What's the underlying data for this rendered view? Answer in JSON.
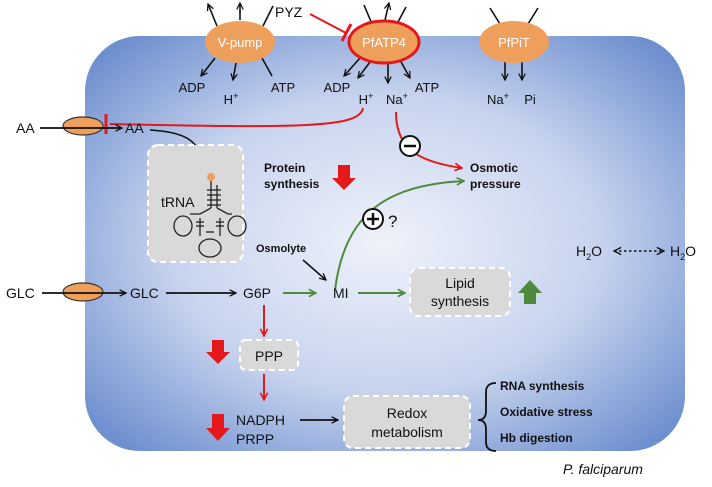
{
  "diagram": {
    "organism": "P. falciparum",
    "drug": "PYZ",
    "transporters": {
      "vpump": {
        "label": "V-pump",
        "products": [
          "ADP",
          "H+",
          "ATP"
        ]
      },
      "pfatp4": {
        "label": "PfATP4",
        "products": [
          "ADP",
          "H+",
          "Na+",
          "ATP"
        ]
      },
      "pfpit": {
        "label": "PfPiT",
        "products": [
          "Na+",
          "Pi"
        ]
      }
    },
    "metabolites": {
      "aa_out": "AA",
      "aa_in": "AA",
      "glc_out": "GLC",
      "glc_in": "GLC",
      "g6p": "G6P",
      "mi": "MI",
      "h2o_in": "H2O",
      "h2o_out": "H2O",
      "nadph": "NADPH",
      "prpp": "PRPP",
      "osmolyte": "Osmolyte",
      "trna": "tRNA"
    },
    "processes": {
      "protein_synthesis": [
        "Protein",
        "synthesis"
      ],
      "osmotic_pressure": [
        "Osmotic",
        "pressure"
      ],
      "lipid_synthesis": [
        "Lipid",
        "synthesis"
      ],
      "ppp": "PPP",
      "redox": [
        "Redox",
        "metabolism"
      ]
    },
    "downstream": [
      "RNA synthesis",
      "Oxidative stress",
      "Hb digestion"
    ],
    "symbols": {
      "minus": "−",
      "plus": "+",
      "question": "?"
    }
  },
  "colors": {
    "cell_center": "#e4eaf6",
    "cell_edge": "#6a8ccd",
    "transporter": "#ef9f5c",
    "inhibit": "#e3191b",
    "activate": "#4e8a3c",
    "up_arrow": "#4e8a3c",
    "down_arrow": "#e3191b"
  }
}
